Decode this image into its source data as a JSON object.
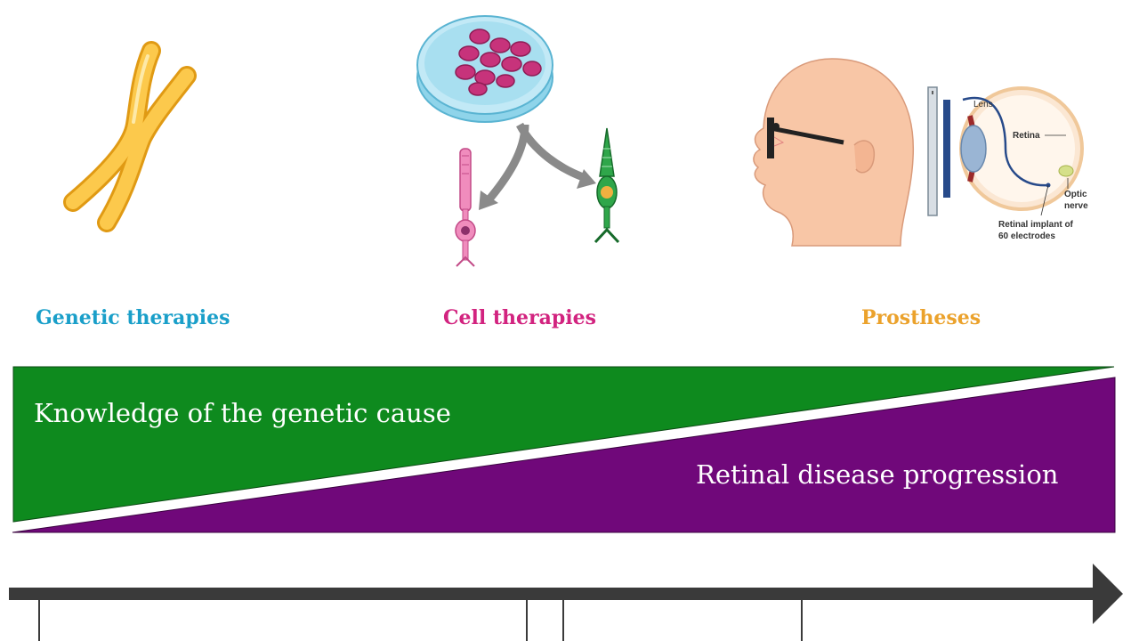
{
  "labels": {
    "genetic": "Genetic therapies",
    "cell": "Cell therapies",
    "prostheses": "Prostheses"
  },
  "bands": {
    "knowledge": "Knowledge of the genetic cause",
    "progression": "Retinal disease progression"
  },
  "eye_diagram": {
    "lens": "Lens",
    "retina": "Retina",
    "optic_nerve_1": "Optic",
    "optic_nerve_2": "nerve",
    "implant_1": "Retinal implant of",
    "implant_2": "60 electrodes"
  },
  "colors": {
    "genetic": "#1a9fc9",
    "cell": "#d2237f",
    "prostheses": "#eba22c",
    "green_band": "#0e8a1e",
    "purple_band": "#70087a",
    "timeline": "#3a3a3a"
  },
  "icons": [
    "chromosome-icon",
    "petri-dish-icon",
    "rod-cell-icon",
    "cone-cell-icon",
    "head-with-glasses-icon",
    "eye-cross-section-icon",
    "timeline-arrow-icon"
  ]
}
